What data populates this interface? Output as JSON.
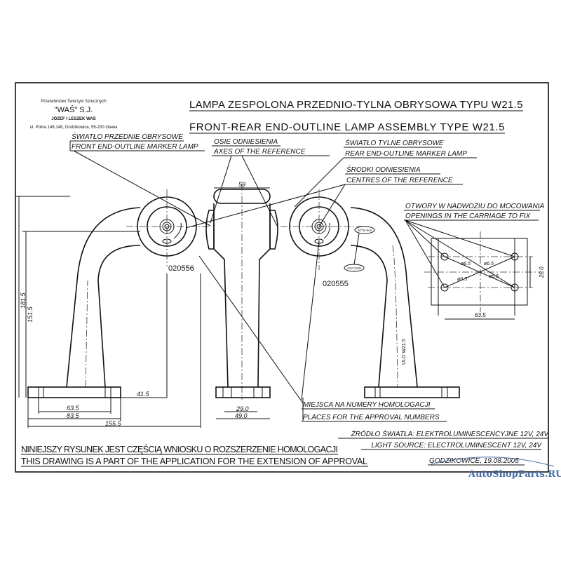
{
  "company": {
    "line1": "Przetwórstwo Tworzyw Sztucznych",
    "name": "\"WAŚ\" S.J.",
    "owners": "JÓZEF I LESZEK WAŚ",
    "address": "ul. Polna 146,148, Godzikowice, 55-200 Oława"
  },
  "title": {
    "pl": "LAMPA ZESPOLONA PRZEDNIO-TYLNA OBRYSOWA TYPU W21.5",
    "en": "FRONT-REAR END-OUTLINE LAMP ASSEMBLY TYPE W21.5"
  },
  "labels": {
    "front_pl": "ŚWIATŁO PRZEDNIE OBRYSOWE",
    "front_en": "FRONT END-OUTLINE MARKER LAMP",
    "axes_pl": "OSIE ODNIESIENIA",
    "axes_en": "AXES OF THE REFERENCE",
    "rear_pl": "ŚWIATŁO TYLNE OBRYSOWE",
    "rear_en": "REAR END-OUTLINE MARKER LAMP",
    "centres_pl": "ŚRODKI ODNIESIENIA",
    "centres_en": "CENTRES OF THE REFERENCE",
    "openings_pl": "OTWORY W NADWOZIU DO MOCOWANIA",
    "openings_en": "OPENINGS IN THE CARRIAGE TO FIX",
    "approval_pl": "MIEJSCA NA NUMERY HOMOLOGACJI",
    "approval_en": "PLACES FOR THE APPROVAL NUMBERS",
    "source_pl": "ŹRÓDŁO ŚWIATŁA: ELEKTROLUMINESCENCYJNE 12V, 24V",
    "source_en": "LIGHT SOURCE: ELECTROLUMINESCENT 12V, 24V",
    "note_pl": "NINIEJSZY RYSUNEK JEST CZĘŚCIĄ WNIOSKU O ROZSZERZENIE HOMOLOGACJI",
    "note_en": "THIS DRAWING IS A PART OF THE APPLICATION FOR THE EXTENSION OF APPROVAL",
    "place_date": "GODZIKOWICE, 19.08.2005",
    "part_left": "020556",
    "part_right": "020555",
    "badge1": "20°/0 AKS",
    "badge2": "24V 0,6W",
    "arm_mark": "ULO W21.5"
  },
  "dimensions": {
    "d59": "59",
    "d181_5": "181.5",
    "d151_5": "151.5",
    "d41_5": "41.5",
    "d63_5": "63.5",
    "d83_5": "83.5",
    "d155_5": "155.5",
    "d29_0": "29.0",
    "d49_0": "49.0",
    "hole1": "ø6.5",
    "hole2": "ø6.5",
    "hole3": "ø6.5",
    "hole4": "ø6.5",
    "plate_h": "28.0",
    "plate_w": "63.5"
  },
  "watermark": "AutoShopParts.RU"
}
